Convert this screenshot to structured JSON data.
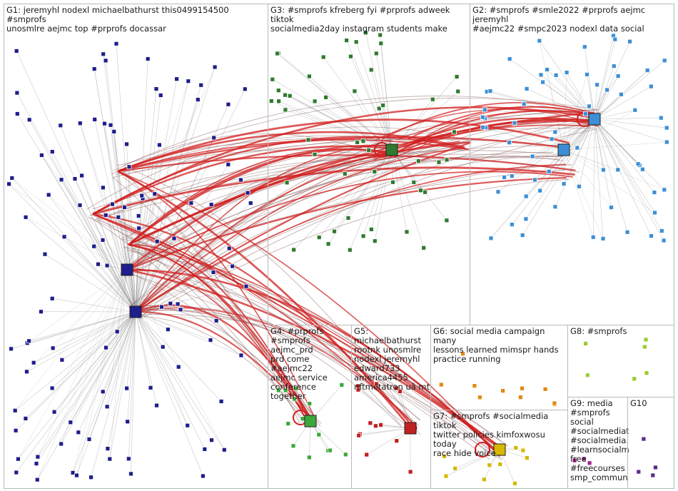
{
  "groups": [
    {
      "id": "g1",
      "label": "G1: jeremyhl nodexl michaelbathurst this0499154500 #smprofs\nunosmlre aejmc top #prprofs docassar"
    },
    {
      "id": "g3",
      "label": "G3: #smprofs kfreberg fyi #prprofs adweek tiktok\nsocialmedia2day instagram students make"
    },
    {
      "id": "g2",
      "label": "G2: #smprofs #smle2022 #prprofs aejmc jeremyhl\n#aejmc22 #smpc2023 nodexl data social"
    },
    {
      "id": "g4",
      "label": "G4: #prprofs\n#smprofs aejmc_prd\nprd come #aejmc22\naejmc service\nconference together"
    },
    {
      "id": "g5",
      "label": "G5: michaelbathurst\nrootnk unosmlre\nnodexl jeremyhl\nedward733\namerica4455\nnftmetatron uâ mt"
    },
    {
      "id": "g6",
      "label": "G6: social media campaign many\nlessons learned mimspr hands\npractice running"
    },
    {
      "id": "g8",
      "label": "G8: #smprofs"
    },
    {
      "id": "g7",
      "label": "G7: #smprofs #socialmedia tiktok\ntwitter policies kimfoxwosu today\nrace hide voice"
    },
    {
      "id": "g9",
      "label": "G9: media\n#smprofs\nsocial\n#socialmediat...\n#socialmedia...\n#learnsocialm...\nfree\n#freecourses\nsmp_commun..."
    },
    {
      "id": "g10",
      "label": "G10"
    }
  ],
  "colors": {
    "edge": "#8a8a8a",
    "edge_strong": "#d21e1e",
    "g1_node": "#1e1e8c",
    "g2_node": "#3c8fd6",
    "g3_node": "#2f7a2f",
    "g4_node": "#3aa83a",
    "g5_node": "#c02020",
    "g6_node": "#e08a10",
    "g7_node": "#d6b800",
    "g8_node": "#9acd32",
    "g9_node": "#a0208c",
    "g10_node": "#5a2a8c"
  }
}
